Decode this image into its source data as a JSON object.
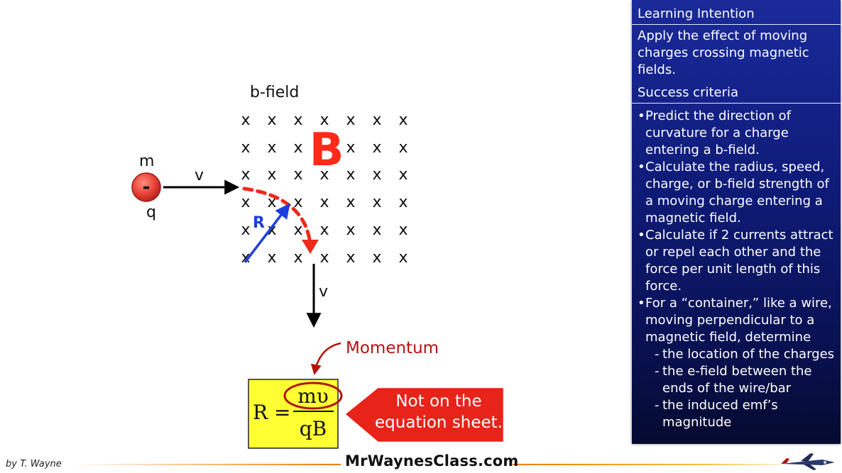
{
  "diagram": {
    "field_label": "b-field",
    "field_marker": "x",
    "big_letter": "B",
    "mass_label": "m",
    "charge_label": "q",
    "charge_sign": "-",
    "velocity_label_1": "v",
    "velocity_label_2": "v",
    "radius_label": "R",
    "momentum_label": "Momentum",
    "formula_lhs": "R =",
    "formula_numerator": "mυ",
    "formula_denominator": "qB",
    "note_line1": "Not on the",
    "note_line2": "equation sheet."
  },
  "panel": {
    "learning_heading": "Learning Intention",
    "learning_text": "Apply the effect of moving charges crossing magnetic fields.",
    "success_heading": "Success criteria",
    "criteria": [
      "Predict the direction of curvature for a charge entering a b-field.",
      "Calculate the radius, speed, charge, or b-field strength of a moving charge entering a magnetic field.",
      "Calculate if 2 currents attract or repel each other and the force per unit length of this force.",
      "For a “container,” like a wire, moving perpendicular to a magnetic field, determine"
    ],
    "sub_criteria": [
      "the location of the charges",
      "the e-field between the ends of the wire/bar",
      "the induced emf’s magnitude"
    ]
  },
  "footer": {
    "author": "by T. Wayne",
    "site": "MrWaynesClass.com"
  },
  "colors": {
    "panel_blue": "#0f1c7a",
    "charge_red": "#e8433a",
    "path_red": "#ee2a1a",
    "radius_blue": "#1a3ee0",
    "formula_yellow": "#ffff33",
    "momentum_red": "#b3130e",
    "footer_orange": "#f07a00"
  }
}
